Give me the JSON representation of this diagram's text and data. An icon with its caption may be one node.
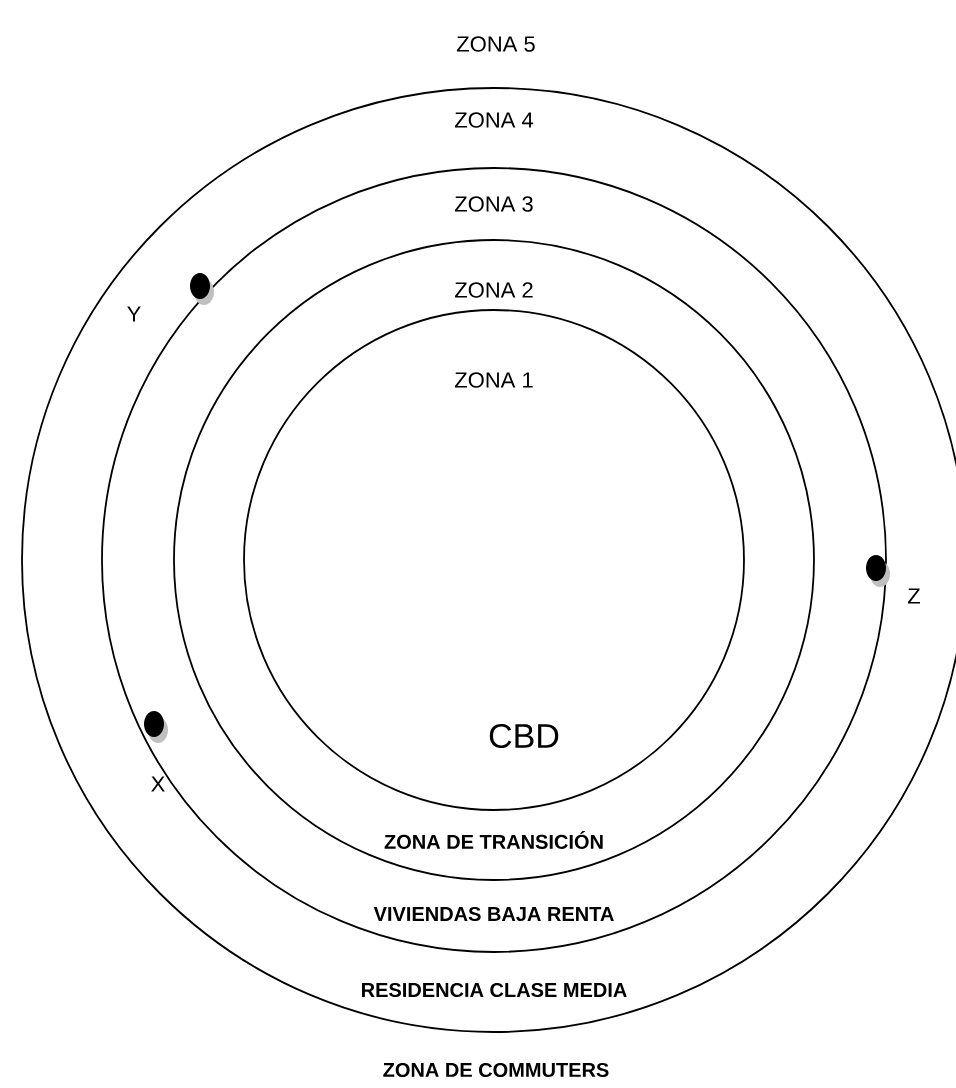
{
  "diagram": {
    "nodes": [
      {
        "text": [
          "ZONA 4",
          "RESIDENCIA CLASE MEDIA"
        ]
      },
      {
        "text": [
          "ZONA 3",
          "VIVIENDAS BAJA RENTA"
        ],
        "in": 0
      },
      {
        "text": [
          "ZONA 2",
          "ZONA DE TRANSICIÓN"
        ],
        "in": 1
      },
      {
        "text": [
          "ZONA 1",
          "CBD"
        ],
        "in": 2
      }
    ],
    "edges": [],
    "labels": [
      "ZONA 5",
      "Y",
      "Z",
      "X",
      "ZONA DE COMMUTERS"
    ]
  }
}
